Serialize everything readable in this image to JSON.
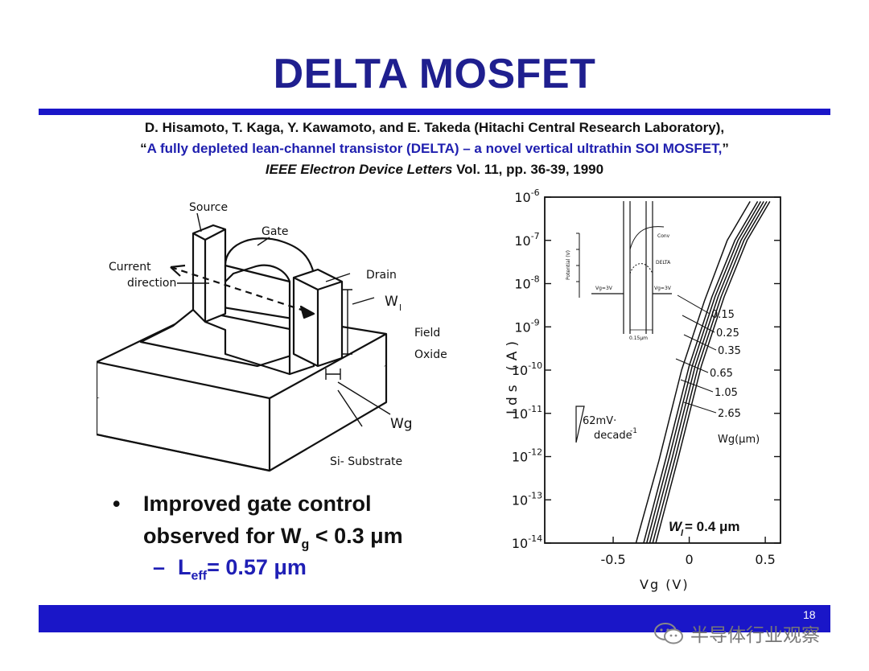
{
  "slide": {
    "title": "DELTA MOSFET",
    "page_number": "18"
  },
  "citation": {
    "authors": "D. Hisamoto, T. Kaga, Y. Kawamoto, and E. Takeda (Hitachi Central Research Laboratory),",
    "paper_title": "A fully depleted lean-channel transistor (DELTA) – a novel vertical ultrathin SOI MOSFET,",
    "open_quote": "“",
    "close_quote": "”",
    "journal": "IEEE Electron Device Letters",
    "volume": "Vol. 11, pp. 36-39, 1990"
  },
  "device_figure": {
    "labels": {
      "source": "Source",
      "gate": "Gate",
      "drain": "Drain",
      "current1": "Current",
      "current2": "direction",
      "wl": "W",
      "wl_sub": "l",
      "field1": "Field",
      "field2": "Oxide",
      "wg": "Wg",
      "substrate": "Si- Substrate"
    }
  },
  "chart_data": {
    "type": "line",
    "xlabel": "Vg (V)",
    "ylabel": "Ids (A)",
    "x_ticks": [
      "-0.5",
      "0",
      "0.5"
    ],
    "xlim": [
      -0.95,
      0.6
    ],
    "ylim_log10": [
      -14,
      -6
    ],
    "y_ticks": [
      "10-6",
      "10-7",
      "10-8",
      "10-9",
      "10-10",
      "10-11",
      "10-12",
      "10-13",
      "10-14"
    ],
    "series": [
      {
        "name": "0.15",
        "x": [
          -0.35,
          -0.2,
          -0.05,
          0.1,
          0.25,
          0.4
        ],
        "log_y": [
          -14,
          -12.1,
          -10.0,
          -8.4,
          -7.0,
          -6.1
        ]
      },
      {
        "name": "0.25",
        "x": [
          -0.3,
          -0.15,
          0.0,
          0.15,
          0.3,
          0.45
        ],
        "log_y": [
          -14,
          -12.0,
          -9.9,
          -8.3,
          -7.0,
          -6.1
        ]
      },
      {
        "name": "0.35",
        "x": [
          -0.28,
          -0.13,
          0.02,
          0.17,
          0.32,
          0.47
        ],
        "log_y": [
          -14,
          -12.0,
          -9.9,
          -8.3,
          -7.0,
          -6.1
        ]
      },
      {
        "name": "0.65",
        "x": [
          -0.26,
          -0.11,
          0.04,
          0.19,
          0.34,
          0.49
        ],
        "log_y": [
          -14,
          -12.0,
          -9.9,
          -8.3,
          -7.0,
          -6.1
        ]
      },
      {
        "name": "1.05",
        "x": [
          -0.24,
          -0.09,
          0.06,
          0.21,
          0.36,
          0.51
        ],
        "log_y": [
          -14,
          -12.0,
          -9.9,
          -8.3,
          -7.0,
          -6.1
        ]
      },
      {
        "name": "2.65",
        "x": [
          -0.22,
          -0.07,
          0.08,
          0.23,
          0.38,
          0.53
        ],
        "log_y": [
          -14,
          -12.0,
          -9.9,
          -8.3,
          -7.0,
          -6.1
        ]
      }
    ],
    "legend_title": "Wg(μm)",
    "annotation_slope1": "62mV·",
    "annotation_slope2": "decade",
    "annotation_slope_sup": "-1",
    "wl_note_prefix": "W",
    "wl_note_sub": "l",
    "wl_note_suffix": " = 0.4 μm",
    "inset": {
      "ylabel": "Potential (V)",
      "label_conv": "Conv",
      "label_delta": "DELTA",
      "vg_left": "Vg=3V",
      "vg_right": "Vg=3V",
      "scale": "0.15μm"
    }
  },
  "bullets": {
    "main_line1": "Improved gate control",
    "main_line2_prefix": "observed for W",
    "main_line2_sub": "g",
    "main_line2_suffix": " < 0.3 μm",
    "sub_prefix": "L",
    "sub_sub": "eff",
    "sub_suffix": "= 0.57 μm",
    "dash": "–",
    "dot": "•"
  },
  "watermark": {
    "text": "半导体行业观察"
  }
}
